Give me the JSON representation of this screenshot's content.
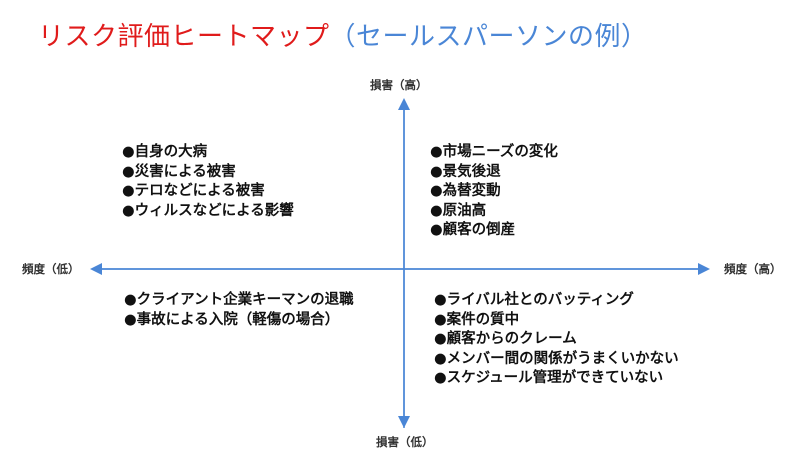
{
  "title": {
    "main": "リスク評価ヒートマップ",
    "sub": "（セールスパーソンの例）",
    "main_color": "#e01b1b",
    "sub_color": "#4a86d6"
  },
  "axes": {
    "top": "損害（高）",
    "bottom": "損害（低）",
    "left": "頻度（低）",
    "right": "頻度（高）",
    "color": "#4a86d6"
  },
  "quadrants": {
    "top_left": [
      "●自身の大病",
      "●災害による被害",
      "●テロなどによる被害",
      "●ウィルスなどによる影響"
    ],
    "top_right": [
      "●市場ニーズの変化",
      "●景気後退",
      "●為替変動",
      "●原油高",
      "●顧客の倒産"
    ],
    "bottom_left": [
      "●クライアント企業キーマンの退職",
      "●事故による入院（軽傷の場合）"
    ],
    "bottom_right": [
      "●ライバル社とのバッティング",
      "●案件の質中",
      "●顧客からのクレーム",
      "●メンバー間の関係がうまくいかない",
      "●スケジュール管理ができていない"
    ]
  }
}
